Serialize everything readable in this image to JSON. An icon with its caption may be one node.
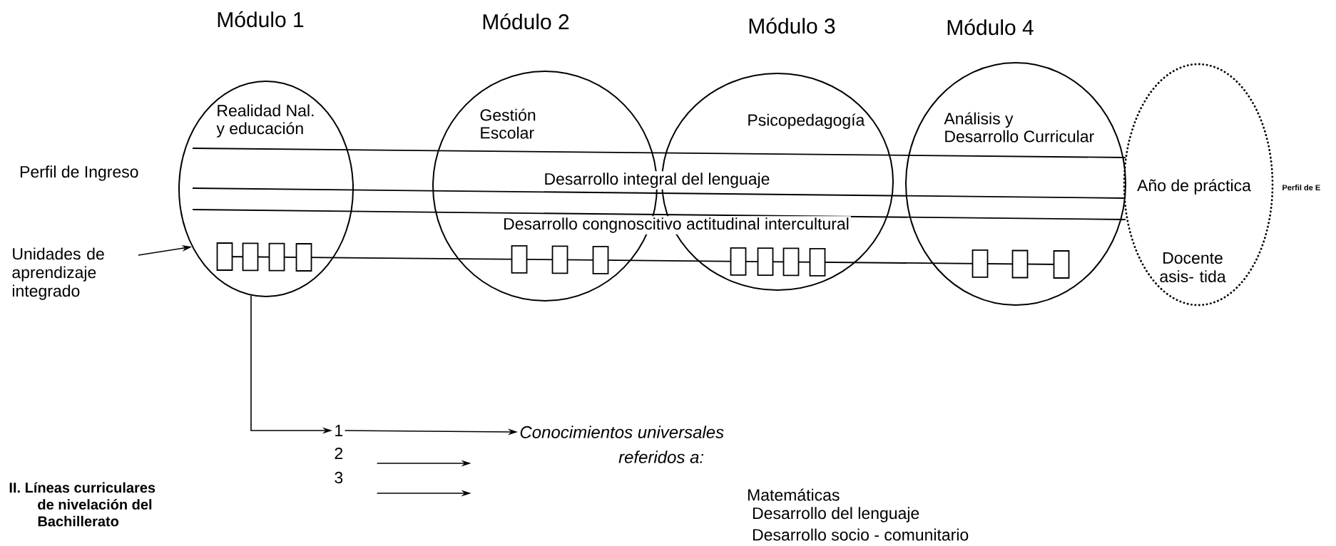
{
  "diagram": {
    "nodes": [
      {
        "text": [
          "Módulo 1",
          "Realidad Nal. y educación"
        ]
      },
      {
        "text": [
          "Módulo 2",
          "Gestión Escolar"
        ]
      },
      {
        "text": [
          "Módulo 3",
          "Psicopedagogía"
        ]
      },
      {
        "text": [
          "Módulo 4",
          "Análisis y Desarrollo Curricular"
        ]
      },
      {
        "text": [
          "Año de práctica",
          "Docente asis- tida"
        ],
        "beside": [
          "Perfil de E"
        ]
      },
      {
        "text": [
          "Unidades de aprendizaje integrado"
        ]
      },
      {
        "text": [
          "1"
        ]
      },
      {
        "text": [
          "2"
        ]
      },
      {
        "text": [
          "3"
        ]
      },
      {
        "text": [
          "Conocimientos universales"
        ]
      }
    ],
    "edges": [
      {
        "from": 5,
        "to": 0,
        "arrow": "to"
      },
      {
        "from": 0,
        "to": 6,
        "arrow": "to"
      },
      {
        "from": 6,
        "to": 9,
        "arrow": "to"
      },
      {
        "from": 7,
        "to": null,
        "arrow": "to"
      },
      {
        "from": 8,
        "to": null,
        "arrow": "to"
      }
    ],
    "labels": [
      "Perfil de Ingreso",
      "Desarrollo integral del lenguaje",
      "Desarrollo congnoscitivo actitudinal intercultural",
      "referidos a:",
      "Matemáticas",
      "Desarrollo del lenguaje",
      "Desarrollo socio - comunitario",
      "II. Líneas curriculares de nivelación del Bachillerato"
    ]
  }
}
